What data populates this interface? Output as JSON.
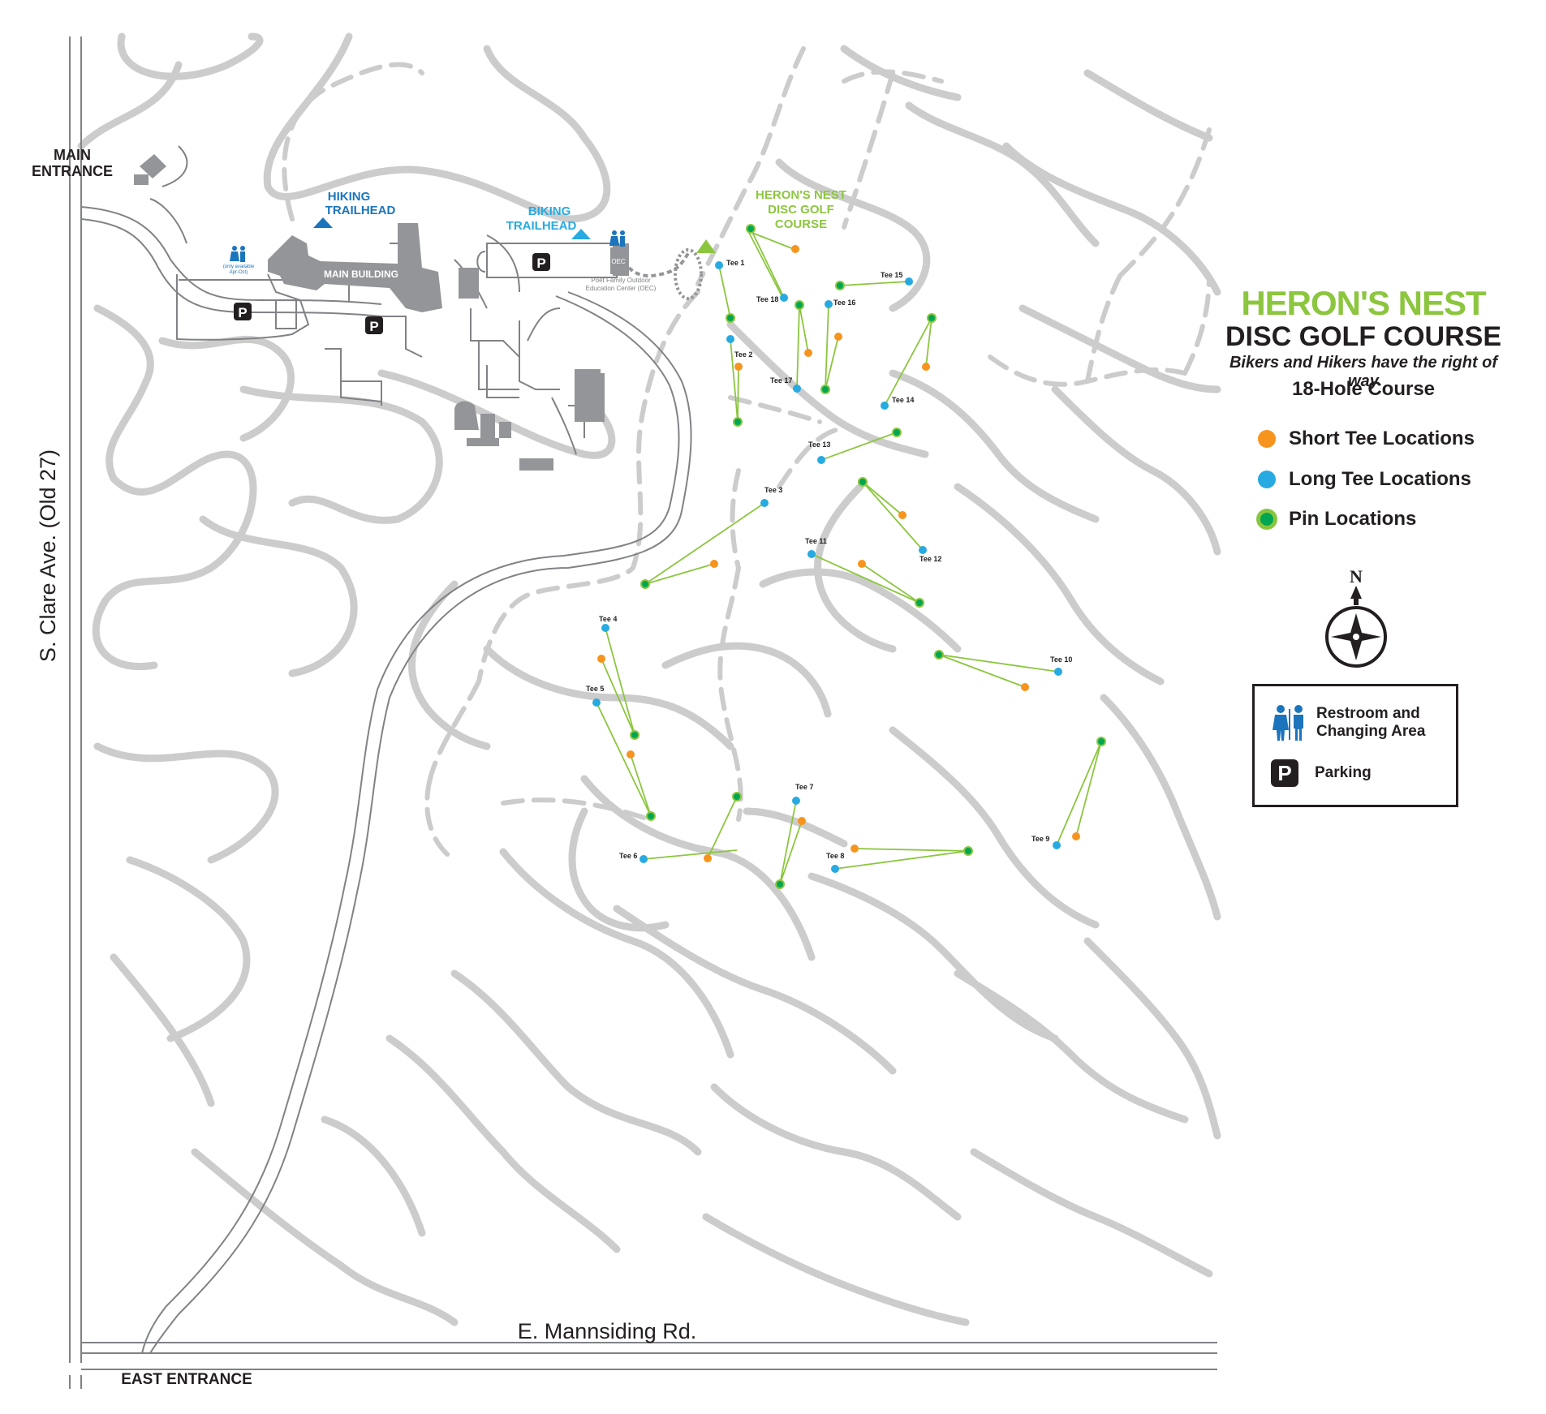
{
  "roads": {
    "west_road": "S. Clare Ave. (Old 27)",
    "south_road": "E. Mannsiding Rd.",
    "main_entrance": [
      "MAIN",
      "ENTRANCE"
    ],
    "east_entrance": "EAST ENTRANCE"
  },
  "map_labels": {
    "hiking_trailhead": [
      "HIKING",
      "TRAILHEAD"
    ],
    "biking_trailhead": [
      "BIKING",
      "TRAILHEAD"
    ],
    "course_label": [
      "HERON'S NEST",
      "DISC GOLF",
      "COURSE"
    ],
    "main_building": "MAIN BUILDING",
    "oec_short": "OEC",
    "oec_full": [
      "Poet Family Outdoor",
      "Education Center (OEC)"
    ],
    "restroom_note": [
      "(only available",
      "Apr-Oct)"
    ],
    "parking": "P"
  },
  "tees": [
    {
      "label": "Tee 1"
    },
    {
      "label": "Tee 2"
    },
    {
      "label": "Tee 3"
    },
    {
      "label": "Tee 4"
    },
    {
      "label": "Tee 5"
    },
    {
      "label": "Tee 6"
    },
    {
      "label": "Tee 7"
    },
    {
      "label": "Tee 8"
    },
    {
      "label": "Tee 9"
    },
    {
      "label": "Tee 10"
    },
    {
      "label": "Tee 11"
    },
    {
      "label": "Tee 12"
    },
    {
      "label": "Tee 13"
    },
    {
      "label": "Tee 14"
    },
    {
      "label": "Tee 15"
    },
    {
      "label": "Tee 16"
    },
    {
      "label": "Tee 17"
    },
    {
      "label": "Tee 18"
    }
  ],
  "legend": {
    "title_line1": "HERON'S NEST",
    "title_line2": "DISC GOLF COURSE",
    "subtitle": "Bikers and Hikers have the right of way",
    "holes": "18-Hole Course",
    "items": [
      {
        "label": "Short Tee Locations",
        "color": "#f7941d"
      },
      {
        "label": "Long Tee Locations",
        "color": "#27aae1"
      },
      {
        "label": "Pin Locations",
        "color": "#00a651"
      }
    ],
    "compass": "N",
    "restroom": [
      "Restroom and",
      "Changing Area"
    ],
    "parking_symbol": "P",
    "parking": "Parking"
  },
  "colors": {
    "trail": "#cccccc",
    "road": "#808285",
    "building": "#939598",
    "green_accent": "#8cc63f",
    "blue_accent": "#27aae1",
    "dark_blue": "#1c75bc",
    "text": "#231f20"
  }
}
